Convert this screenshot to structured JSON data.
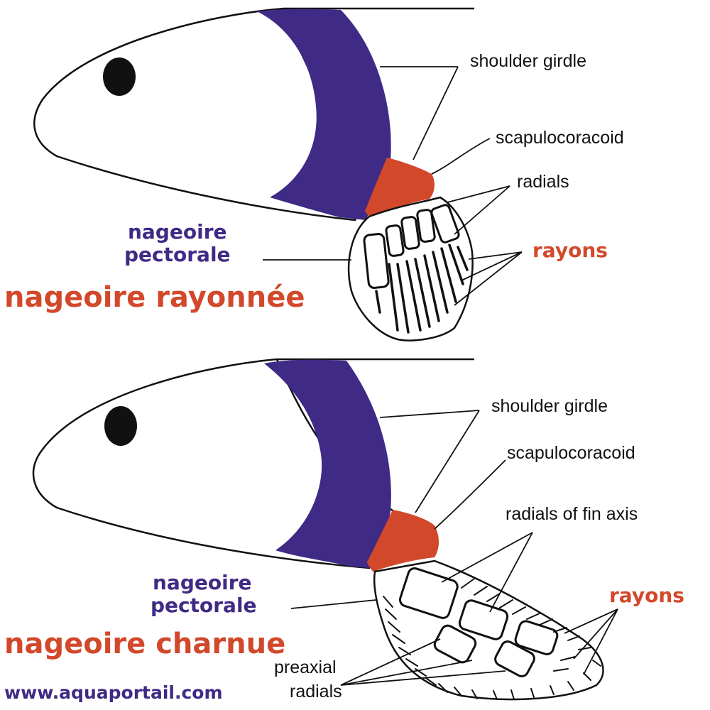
{
  "colors": {
    "girdle": "#3f2a86",
    "scapulocoracoid": "#d2482a",
    "french_label_purple": "#3f2a86",
    "french_label_red": "#d2482a",
    "ink": "#111111"
  },
  "top": {
    "labels": {
      "shoulder_girdle": "shoulder girdle",
      "scapulocoracoid": "scapulocoracoid",
      "radials": "radials",
      "rayons": "rayons",
      "pectorale_line1": "nageoire",
      "pectorale_line2": "pectorale",
      "fin_type": "nageoire rayonnée"
    }
  },
  "bottom": {
    "labels": {
      "shoulder_girdle": "shoulder girdle",
      "scapulocoracoid": "scapulocoracoid",
      "radials_fin_axis": "radials of fin axis",
      "rayons": "rayons",
      "pectorale_line1": "nageoire",
      "pectorale_line2": "pectorale",
      "fin_type": "nageoire charnue",
      "preaxial_line1": "preaxial",
      "preaxial_line2": "radials"
    }
  },
  "footer": {
    "website": "www.aquaportail.com"
  }
}
